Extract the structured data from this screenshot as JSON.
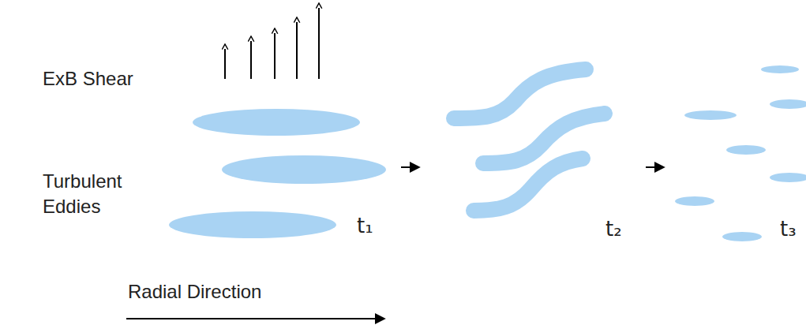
{
  "diagram": {
    "labels": [
      "ExB Shear",
      "Turbulent Eddies",
      "t₁",
      "t₂",
      "t₃",
      "Radial Direction"
    ]
  }
}
